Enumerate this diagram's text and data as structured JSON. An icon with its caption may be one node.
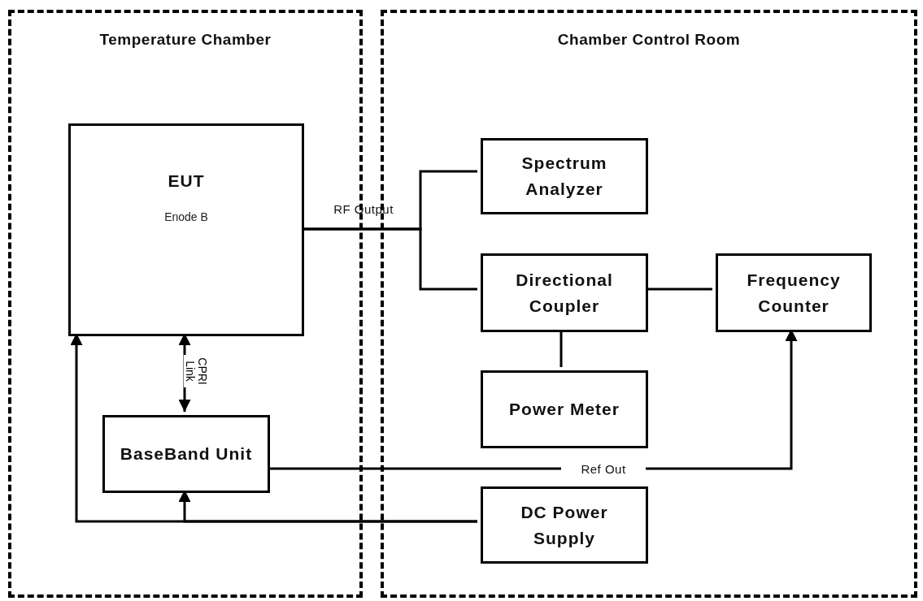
{
  "diagram": {
    "nodes": [
      {
        "text": [
          "Temperature Chamber"
        ]
      },
      {
        "text": [
          "Chamber Control Room"
        ]
      },
      {
        "text": [
          "EUT",
          "Enode B"
        ],
        "in": 0
      },
      {
        "text": [
          "BaseBand Unit"
        ],
        "in": 0
      },
      {
        "text": [
          "Spectrum Analyzer"
        ],
        "in": 1
      },
      {
        "text": [
          "Directional Coupler"
        ],
        "in": 1
      },
      {
        "text": [
          "Frequency Counter"
        ],
        "in": 1
      },
      {
        "text": [
          "Power Meter"
        ],
        "in": 1
      },
      {
        "text": [
          "DC Power Supply"
        ],
        "in": 1
      }
    ],
    "edges": [
      {
        "from": 2,
        "to": 4,
        "arrow": "none",
        "label": "RF Output"
      },
      {
        "from": 2,
        "to": 5,
        "arrow": "none"
      },
      {
        "from": 5,
        "to": 6,
        "arrow": "none"
      },
      {
        "from": 5,
        "to": 7,
        "arrow": "none"
      },
      {
        "from": 3,
        "to": 2,
        "arrow": "both",
        "label": "CPRI Link"
      },
      {
        "from": 3,
        "to": 6,
        "arrow": "to",
        "label": "Ref Out"
      },
      {
        "from": 8,
        "to": 2,
        "arrow": "to"
      },
      {
        "from": 8,
        "to": 3,
        "arrow": "to"
      }
    ]
  }
}
